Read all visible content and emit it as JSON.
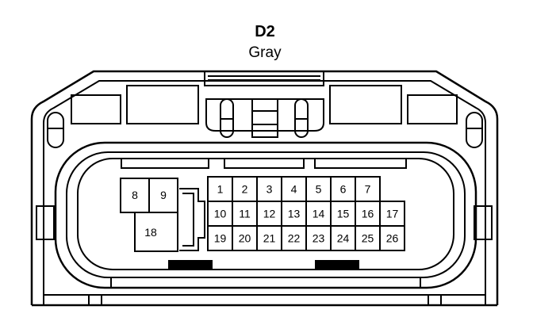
{
  "connector": {
    "id": "D2",
    "color_label": "Gray"
  },
  "pins": {
    "row1": [
      "1",
      "2",
      "3",
      "4",
      "5",
      "6",
      "7"
    ],
    "row2": [
      "10",
      "11",
      "12",
      "13",
      "14",
      "15",
      "16",
      "17"
    ],
    "row3": [
      "19",
      "20",
      "21",
      "22",
      "23",
      "24",
      "25",
      "26"
    ],
    "aux_top": [
      "8",
      "9"
    ],
    "aux_bottom": "18"
  }
}
